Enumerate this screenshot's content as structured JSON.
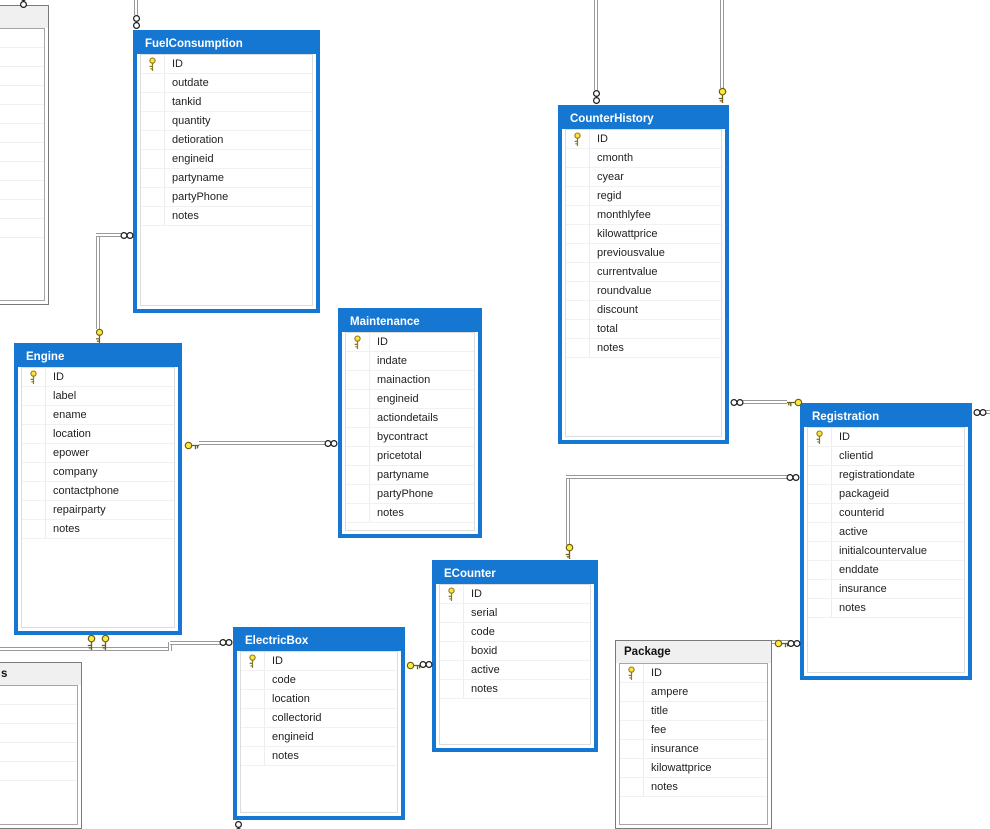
{
  "diagram": {
    "background_color": "#ffffff",
    "selected_table_color": "#1677d3",
    "connector_line_color": "#999999",
    "key_icon_color": "#ffe93b"
  },
  "tables": {
    "fuelconsumption": {
      "title": "FuelConsumption",
      "selected": true,
      "fields": [
        {
          "name": "ID",
          "pk": true
        },
        {
          "name": "outdate"
        },
        {
          "name": "tankid"
        },
        {
          "name": "quantity"
        },
        {
          "name": "detioration"
        },
        {
          "name": "engineid"
        },
        {
          "name": "partyname"
        },
        {
          "name": "partyPhone"
        },
        {
          "name": "notes"
        }
      ]
    },
    "counterhistory": {
      "title": "CounterHistory",
      "selected": true,
      "fields": [
        {
          "name": "ID",
          "pk": true
        },
        {
          "name": "cmonth"
        },
        {
          "name": "cyear"
        },
        {
          "name": "regid"
        },
        {
          "name": "monthlyfee"
        },
        {
          "name": "kilowattprice"
        },
        {
          "name": "previousvalue"
        },
        {
          "name": "currentvalue"
        },
        {
          "name": "roundvalue"
        },
        {
          "name": "discount"
        },
        {
          "name": "total"
        },
        {
          "name": "notes"
        }
      ]
    },
    "maintenance": {
      "title": "Maintenance",
      "selected": true,
      "fields": [
        {
          "name": "ID",
          "pk": true
        },
        {
          "name": "indate"
        },
        {
          "name": "mainaction"
        },
        {
          "name": "engineid"
        },
        {
          "name": "actiondetails"
        },
        {
          "name": "bycontract"
        },
        {
          "name": "pricetotal"
        },
        {
          "name": "partyname"
        },
        {
          "name": "partyPhone"
        },
        {
          "name": "notes"
        }
      ]
    },
    "engine": {
      "title": "Engine",
      "selected": true,
      "fields": [
        {
          "name": "ID",
          "pk": true
        },
        {
          "name": "label"
        },
        {
          "name": "ename"
        },
        {
          "name": "location"
        },
        {
          "name": "epower"
        },
        {
          "name": "company"
        },
        {
          "name": "contactphone"
        },
        {
          "name": "repairparty"
        },
        {
          "name": "notes"
        }
      ]
    },
    "ecounter": {
      "title": "ECounter",
      "selected": true,
      "fields": [
        {
          "name": "ID",
          "pk": true
        },
        {
          "name": "serial"
        },
        {
          "name": "code"
        },
        {
          "name": "boxid"
        },
        {
          "name": "active"
        },
        {
          "name": "notes"
        }
      ]
    },
    "electricbox": {
      "title": "ElectricBox",
      "selected": true,
      "fields": [
        {
          "name": "ID",
          "pk": true
        },
        {
          "name": "code"
        },
        {
          "name": "location"
        },
        {
          "name": "collectorid"
        },
        {
          "name": "engineid"
        },
        {
          "name": "notes"
        }
      ]
    },
    "registration": {
      "title": "Registration",
      "selected": true,
      "fields": [
        {
          "name": "ID",
          "pk": true
        },
        {
          "name": "clientid"
        },
        {
          "name": "registrationdate"
        },
        {
          "name": "packageid"
        },
        {
          "name": "counterid"
        },
        {
          "name": "active"
        },
        {
          "name": "initialcountervalue"
        },
        {
          "name": "enddate"
        },
        {
          "name": "insurance"
        },
        {
          "name": "notes"
        }
      ]
    },
    "package": {
      "title": "Package",
      "selected": false,
      "fields": [
        {
          "name": "ID",
          "pk": true
        },
        {
          "name": "ampere"
        },
        {
          "name": "title"
        },
        {
          "name": "fee"
        },
        {
          "name": "insurance"
        },
        {
          "name": "kilowattprice"
        },
        {
          "name": "notes"
        }
      ]
    },
    "partial_top_left": {
      "title": "",
      "selected": false,
      "fields": []
    },
    "partial_bottom_left": {
      "title": "s",
      "selected": false,
      "fields": []
    }
  },
  "relationships": [
    {
      "one_side": "offscreen-top",
      "many_side": "FuelConsumption"
    },
    {
      "one_side": "Engine",
      "many_side": "FuelConsumption"
    },
    {
      "one_side": "Engine",
      "many_side": "Maintenance"
    },
    {
      "one_side": "Engine",
      "many_side": "ElectricBox"
    },
    {
      "one_side": "Engine",
      "many_side": "offscreen-left"
    },
    {
      "one_side": "ElectricBox",
      "many_side": "ECounter"
    },
    {
      "one_side": "offscreen-bottom",
      "many_side": "ElectricBox"
    },
    {
      "one_side": "ECounter",
      "many_side": "Registration"
    },
    {
      "one_side": "Package",
      "many_side": "Registration"
    },
    {
      "one_side": "Registration",
      "many_side": "CounterHistory"
    },
    {
      "one_side": "offscreen-top",
      "many_side": "CounterHistory"
    },
    {
      "one_side": "CounterHistory",
      "many_side": "offscreen-top"
    },
    {
      "one_side": "offscreen-right",
      "many_side": "Registration"
    },
    {
      "one_side": "offscreen-top",
      "many_side": "partial-top-left-table"
    }
  ]
}
